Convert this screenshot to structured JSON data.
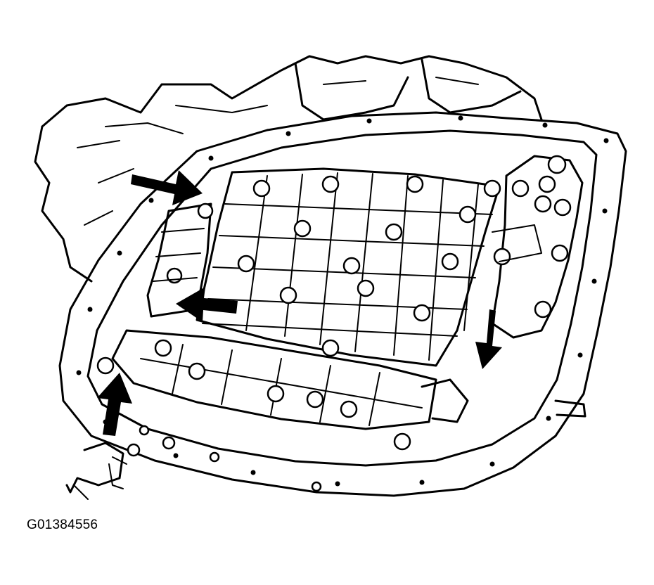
{
  "figure": {
    "id_label": "G01384556",
    "colors": {
      "line": "#000000",
      "background": "#ffffff"
    },
    "arrows": [
      {
        "name": "arrow-upper-left",
        "direction": "right"
      },
      {
        "name": "arrow-center-left",
        "direction": "left"
      },
      {
        "name": "arrow-lower-left",
        "direction": "up"
      },
      {
        "name": "arrow-right",
        "direction": "down"
      }
    ]
  }
}
